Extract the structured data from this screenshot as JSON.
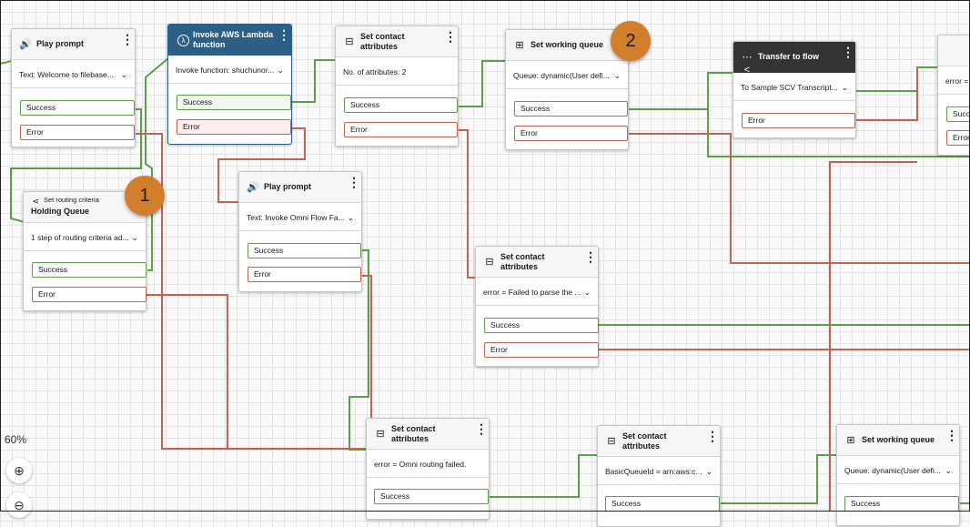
{
  "zoom": {
    "label": "60%",
    "zoom_in_icon": "zoom-in-icon",
    "zoom_out_icon": "zoom-out-icon"
  },
  "badges": [
    "1",
    "2"
  ],
  "colors": {
    "success": "#5e9e4a",
    "error": "#c56352",
    "lambda_header": "#2d5f86",
    "transfer_header": "#333333"
  },
  "blocks": {
    "play1": {
      "icon": "speaker-icon",
      "title": "Play prompt",
      "desc": "Text: Welcome to filebase...",
      "branches": [
        "Success",
        "Error"
      ]
    },
    "lambda": {
      "icon": "lambda-icon",
      "title": "Invoke AWS Lambda function",
      "desc": "Invoke function: shuchunor...",
      "branches": [
        "Success",
        "Error"
      ]
    },
    "setattr1": {
      "icon": "contact-card-icon",
      "title": "Set contact attributes",
      "desc": "No. of attributes: 2",
      "branches": [
        "Success",
        "Error"
      ]
    },
    "queue1": {
      "icon": "queue-plus-icon",
      "title": "Set working queue",
      "desc": "Queue: dynamic(User defi...",
      "branches": [
        "Success",
        "Error"
      ]
    },
    "transfer": {
      "icon": "transfer-icon",
      "title": "Transfer to flow",
      "desc": "To Sample SCV Transcript...",
      "branches": [
        "Error"
      ]
    },
    "partial_top": {
      "desc": "error =",
      "branches": [
        "Success",
        "Error"
      ]
    },
    "routing": {
      "icon": "routing-icon",
      "label": "Set routing criteria",
      "title": "Holding Queue",
      "desc": "1 step of routing criteria ad...",
      "branches": [
        "Success",
        "Error"
      ]
    },
    "play2": {
      "icon": "speaker-icon",
      "title": "Play prompt",
      "desc": "Text: Invoke Omni Flow Fa...",
      "branches": [
        "Success",
        "Error"
      ]
    },
    "setattr2": {
      "icon": "contact-card-icon",
      "title": "Set contact attributes",
      "desc": "error = Failed to parse the ...",
      "branches": [
        "Success",
        "Error"
      ]
    },
    "setattr3": {
      "icon": "contact-card-icon",
      "title": "Set contact attributes",
      "desc": "error = Omni routing failed.",
      "branches": [
        "Success"
      ]
    },
    "setattr4": {
      "icon": "contact-card-icon",
      "title": "Set contact attributes",
      "desc": "BasicQueueId = arn:aws:c...",
      "branches": [
        "Success"
      ]
    },
    "queue2": {
      "icon": "queue-plus-icon",
      "title": "Set working queue",
      "desc": "Queue: dynamic(User defi...",
      "branches": [
        "Success"
      ]
    }
  }
}
